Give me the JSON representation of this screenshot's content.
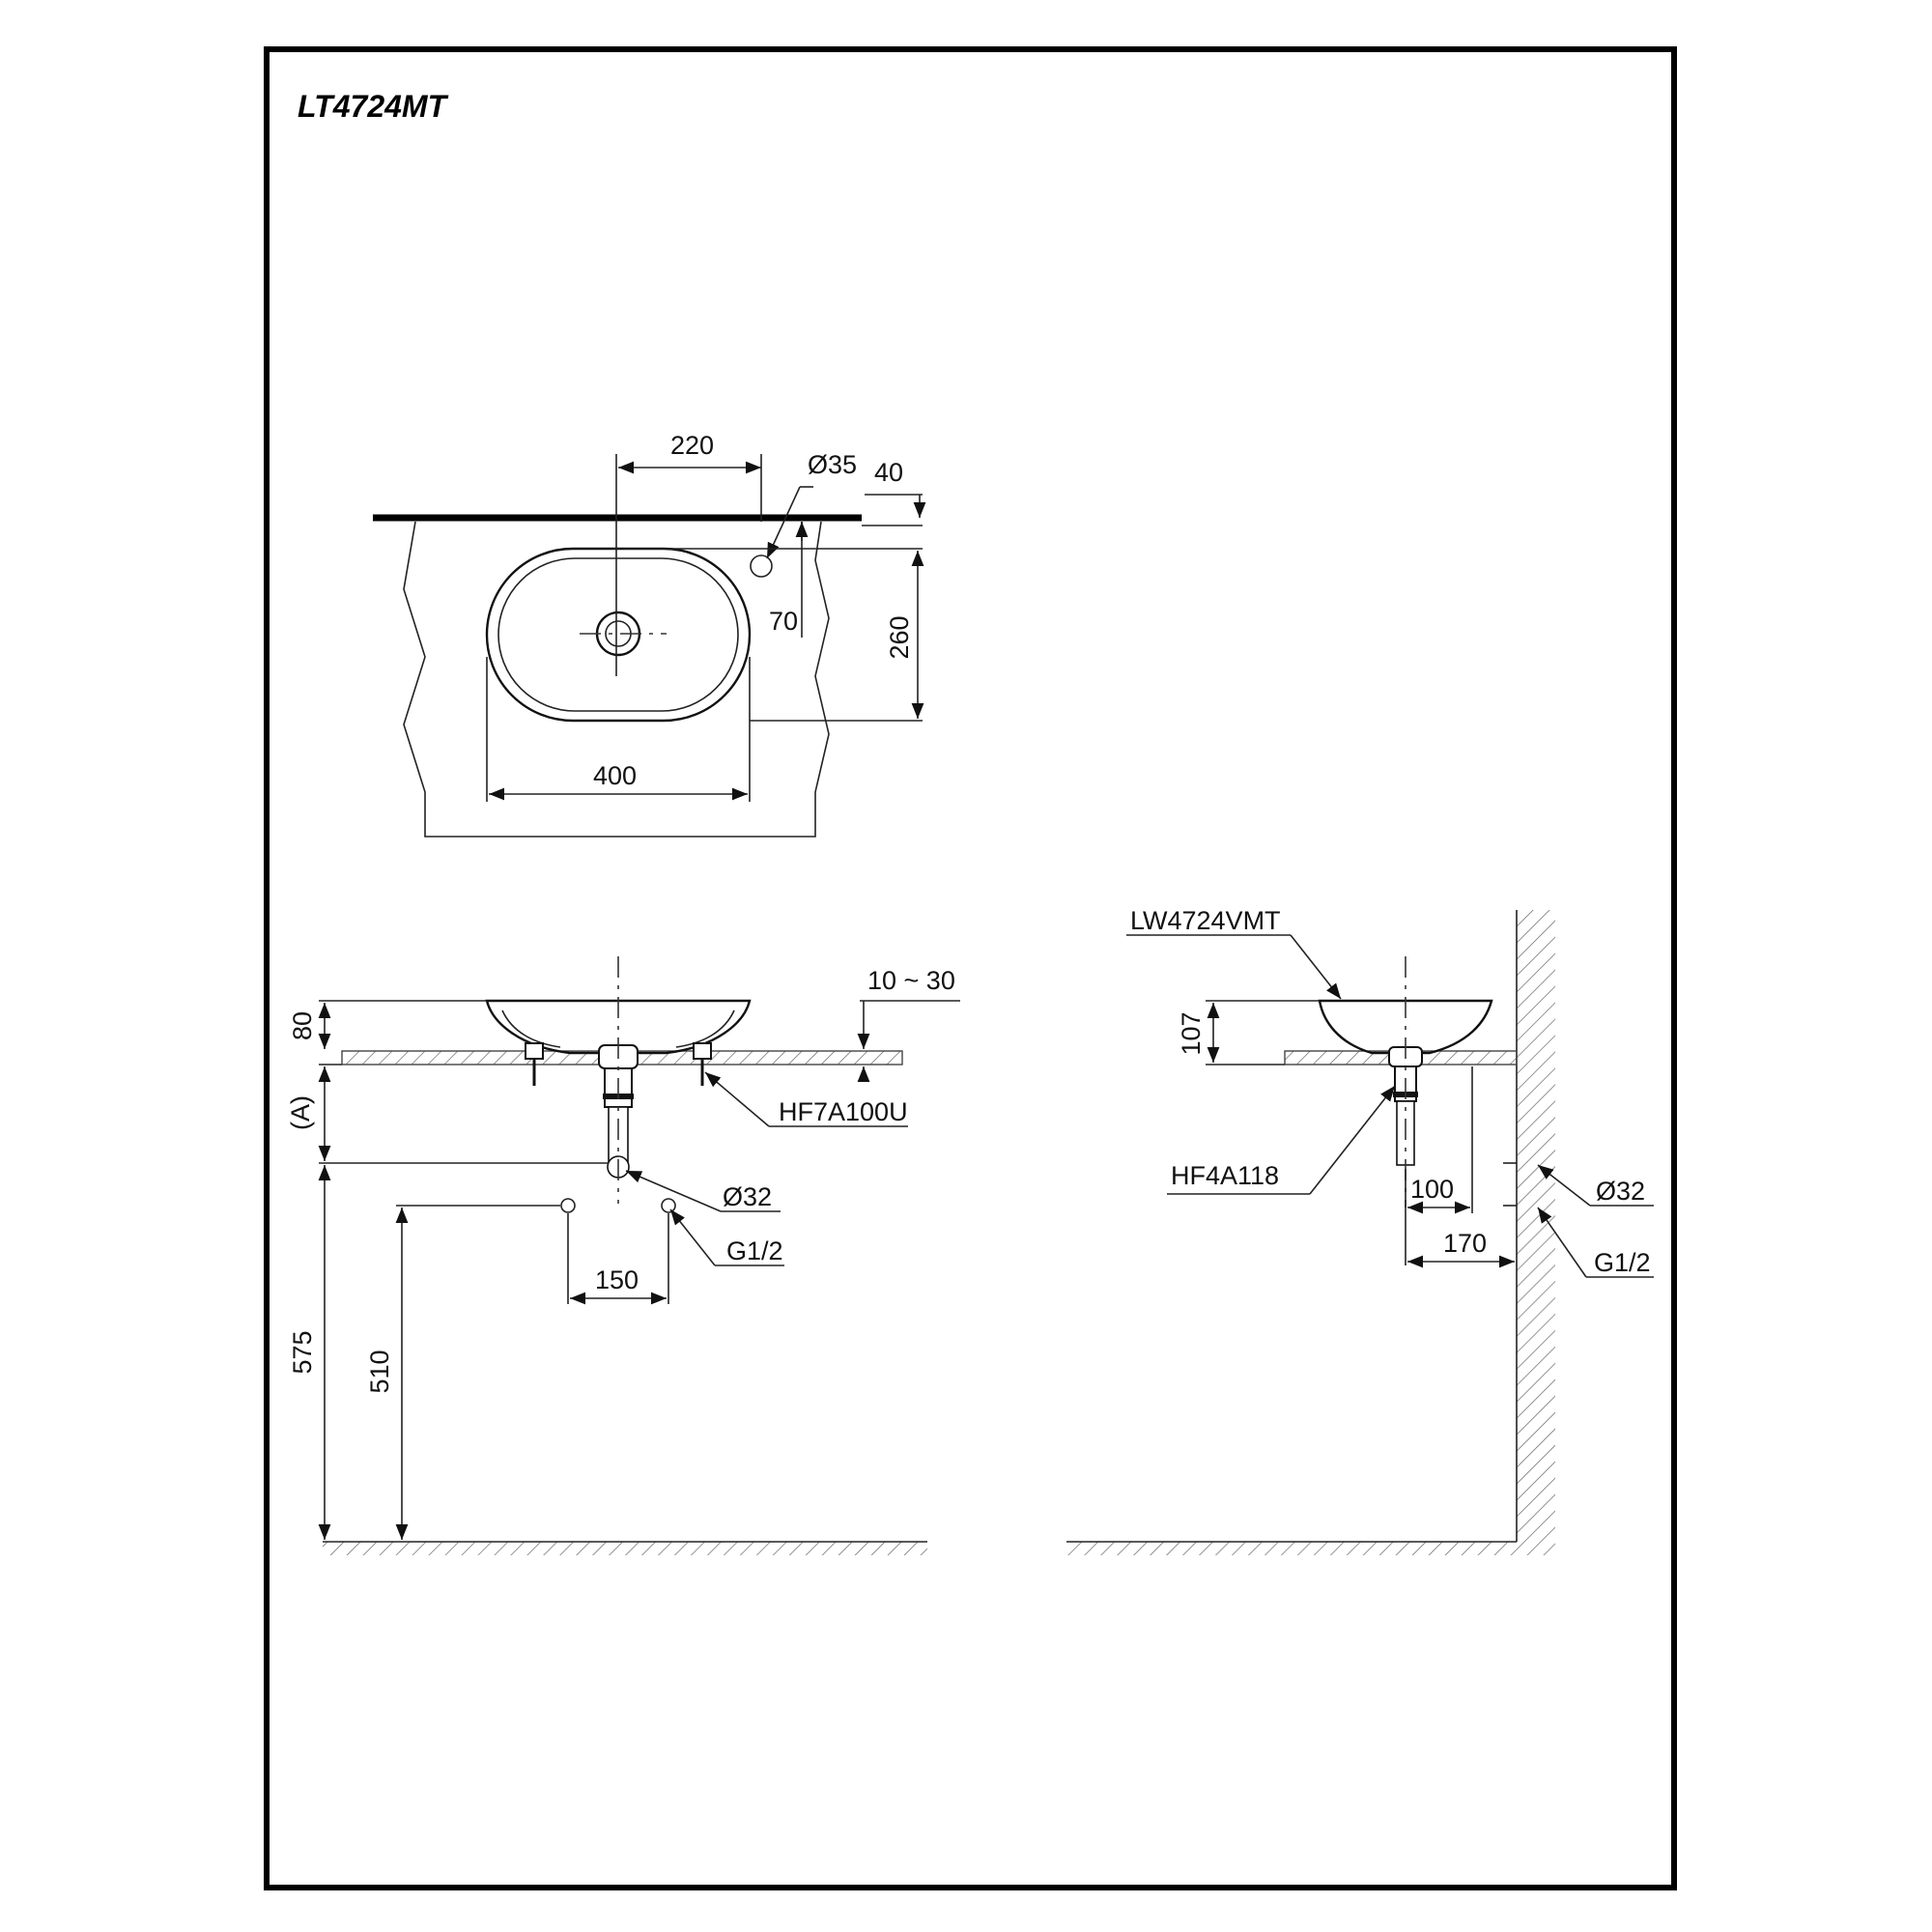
{
  "title": "LT4724MT",
  "plan_view": {
    "dim_faucet_offset": "220",
    "dim_faucet_hole": "Ø35",
    "dim_counter_thickness": "40",
    "dim_faucet_to_basin": "70",
    "dim_basin_depth": "260",
    "dim_basin_width": "400"
  },
  "front_view": {
    "dim_adjust": "10 ~ 30",
    "dim_basin_height": "80",
    "dim_a": "(A)",
    "label_drain": "HF7A100U",
    "label_outlet": "Ø32",
    "label_supply": "G1/2",
    "dim_supply_spacing": "150",
    "dim_floor_to_outlet": "575",
    "dim_floor_to_supply": "510"
  },
  "side_view": {
    "label_basin": "LW4724VMT",
    "dim_basin_height": "107",
    "label_drain": "HF4A118",
    "dim_drain_offset": "100",
    "dim_wall_offset": "170",
    "label_outlet": "Ø32",
    "label_supply": "G1/2"
  }
}
